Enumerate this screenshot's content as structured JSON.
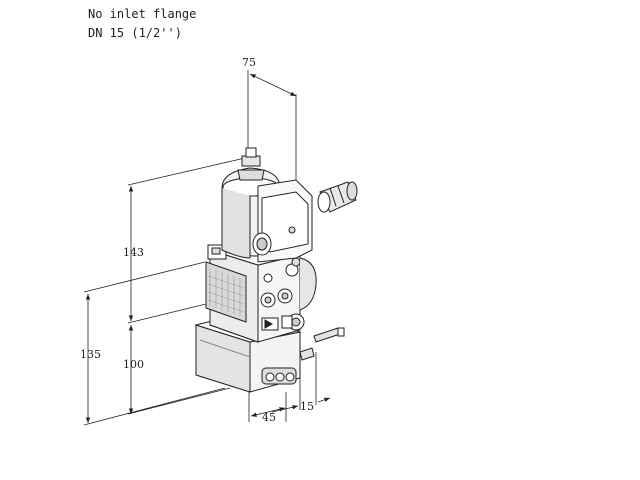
{
  "header": {
    "line1": "No inlet flange",
    "line2": "DN 15 (1/2'')"
  },
  "dimensions": {
    "width_top": "75",
    "height_upper": "143",
    "height_total": "135",
    "height_lower": "100",
    "width_bottom": "45",
    "offset_right": "15"
  },
  "colors": {
    "line": "#222222",
    "body_light": "#ffffff",
    "body_shade": "#e8e8e8",
    "body_dark": "#bdbdbd"
  }
}
